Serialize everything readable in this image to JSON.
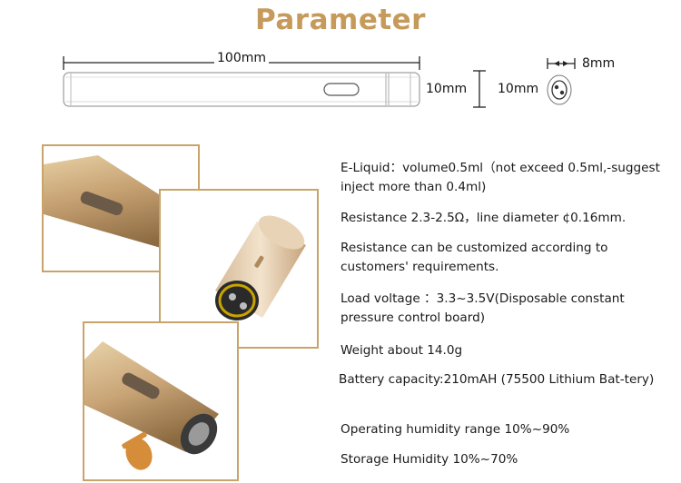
{
  "title": "Parameter",
  "dimensions": {
    "length": "100mm",
    "height_side": "10mm",
    "height_end": "10mm",
    "diameter": "8mm"
  },
  "specs": [
    "E-Liquid：volume0.5ml（not exceed 0.5ml,-suggest inject more than 0.4ml)",
    "Resistance 2.3-2.5Ω，line diameter ¢0.16mm.",
    "Resistance can be customized according to customers' requirements.",
    "Load voltage ：3.3~3.5V(Disposable constant pressure control board)",
    "Weight about 14.0g",
    "Battery capacity:210mAH (75500 Lithium Bat-tery)",
    "Operating humidity range 10%~90%",
    "Storage Humidity 10%~70%"
  ],
  "colors": {
    "title": "#c69a5a",
    "frame_border": "#c9a46a",
    "gold": "#c8a470"
  }
}
